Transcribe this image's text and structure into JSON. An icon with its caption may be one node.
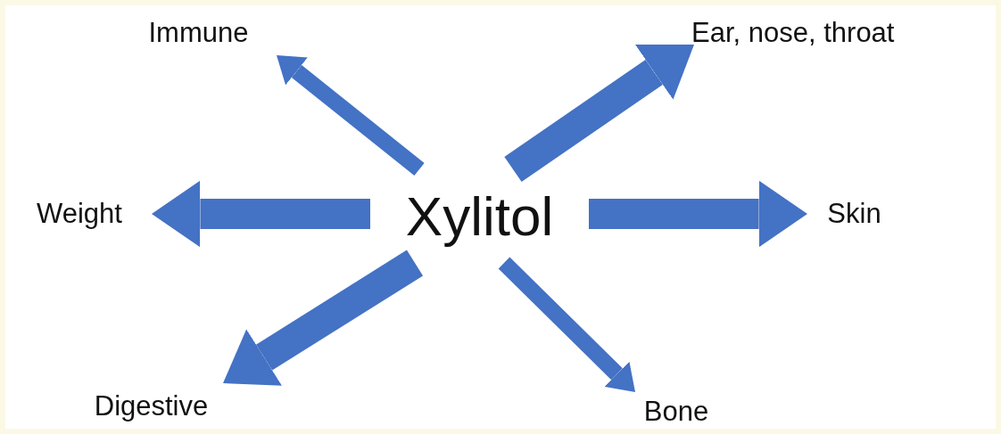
{
  "diagram": {
    "nodes": [
      {
        "text": [
          "Xylitol"
        ]
      },
      {
        "text": [
          "Immune"
        ]
      },
      {
        "text": [
          "Ear, nose, throat"
        ]
      },
      {
        "text": [
          "Weight"
        ]
      },
      {
        "text": [
          "Skin"
        ]
      },
      {
        "text": [
          "Digestive"
        ]
      },
      {
        "text": [
          "Bone"
        ]
      }
    ],
    "edges": [
      {
        "from": 0,
        "to": 1,
        "arrow": "to"
      },
      {
        "from": 0,
        "to": 2,
        "arrow": "to"
      },
      {
        "from": 0,
        "to": 3,
        "arrow": "to"
      },
      {
        "from": 0,
        "to": 4,
        "arrow": "to"
      },
      {
        "from": 0,
        "to": 5,
        "arrow": "to"
      },
      {
        "from": 0,
        "to": 6,
        "arrow": "to"
      }
    ]
  }
}
